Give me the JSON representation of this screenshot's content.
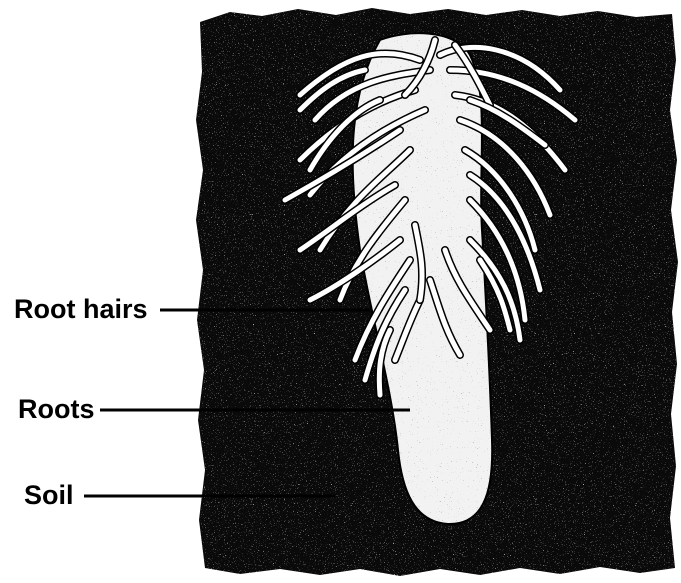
{
  "labels": {
    "root_hairs": "Root hairs",
    "roots": "Roots",
    "soil": "Soil"
  },
  "colors": {
    "soil": "#0a0a0a",
    "root": "#f2f2f2",
    "hair": "#ffffff",
    "stroke": "#000000",
    "background": "#ffffff"
  }
}
